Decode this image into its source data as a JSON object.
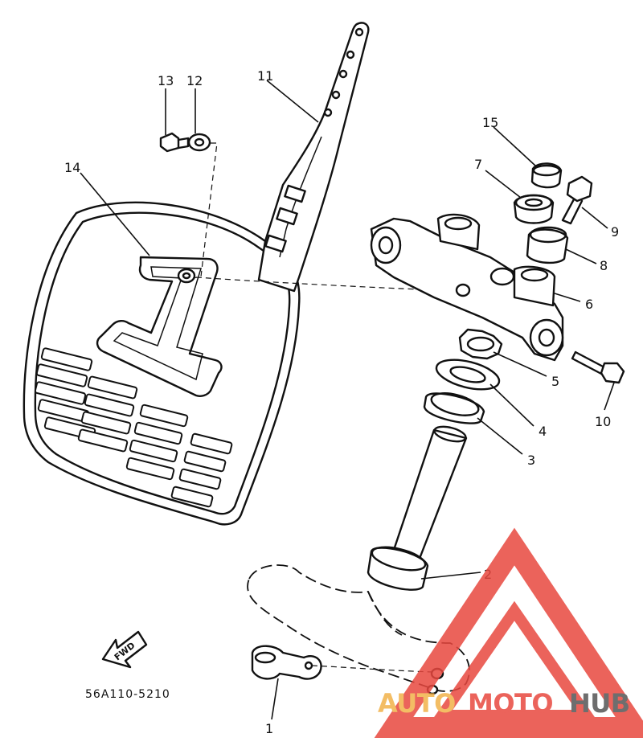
{
  "diagram": {
    "code": "56A110-5210",
    "fwd_label": "FWD",
    "callouts": [
      {
        "id": "c1",
        "label": "1"
      },
      {
        "id": "c2",
        "label": "2"
      },
      {
        "id": "c3",
        "label": "3"
      },
      {
        "id": "c4",
        "label": "4"
      },
      {
        "id": "c5",
        "label": "5"
      },
      {
        "id": "c6",
        "label": "6"
      },
      {
        "id": "c7",
        "label": "7"
      },
      {
        "id": "c8",
        "label": "8"
      },
      {
        "id": "c9",
        "label": "9"
      },
      {
        "id": "c10",
        "label": "10"
      },
      {
        "id": "c11",
        "label": "11"
      },
      {
        "id": "c12",
        "label": "12"
      },
      {
        "id": "c13",
        "label": "13"
      },
      {
        "id": "c14",
        "label": "14"
      },
      {
        "id": "c15",
        "label": "15"
      }
    ]
  },
  "watermark": {
    "word_auto": "AUTO",
    "word_moto": "MOTO",
    "word_hub": "HUB",
    "color_primary": "#e8483f",
    "color_secondary": "#f2b24a",
    "color_hub": "#555555"
  }
}
